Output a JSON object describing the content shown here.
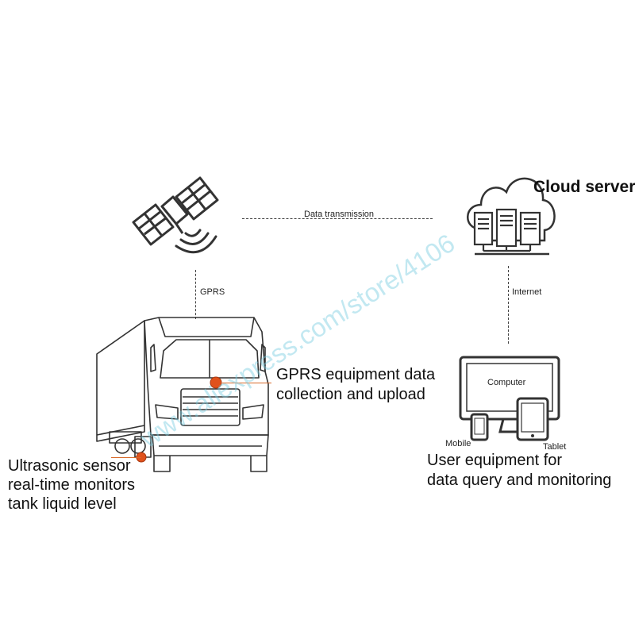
{
  "labels": {
    "data_transmission": "Data transmission",
    "gprs": "GPRS",
    "internet": "Internet",
    "cloud_server": "Cloud server",
    "computer": "Computer",
    "mobile": "Mobile",
    "tablet": "Tablet",
    "gprs_equipment": [
      "GPRS equipment data",
      "collection and upload"
    ],
    "ultrasonic_sensor": [
      "Ultrasonic sensor",
      "real-time monitors",
      "tank liquid level"
    ],
    "user_equipment": [
      "User equipment for",
      "data query and monitoring"
    ]
  },
  "watermark": "www.aliexpress.com/store/4106",
  "colors": {
    "sensor": "#e0521c",
    "leader": "#d96a2a",
    "line": "#333333",
    "watermark": "#78cde1"
  },
  "icons": [
    "satellite-icon",
    "cloud-server-icon",
    "truck-icon",
    "computer-icon",
    "mobile-icon",
    "tablet-icon"
  ]
}
